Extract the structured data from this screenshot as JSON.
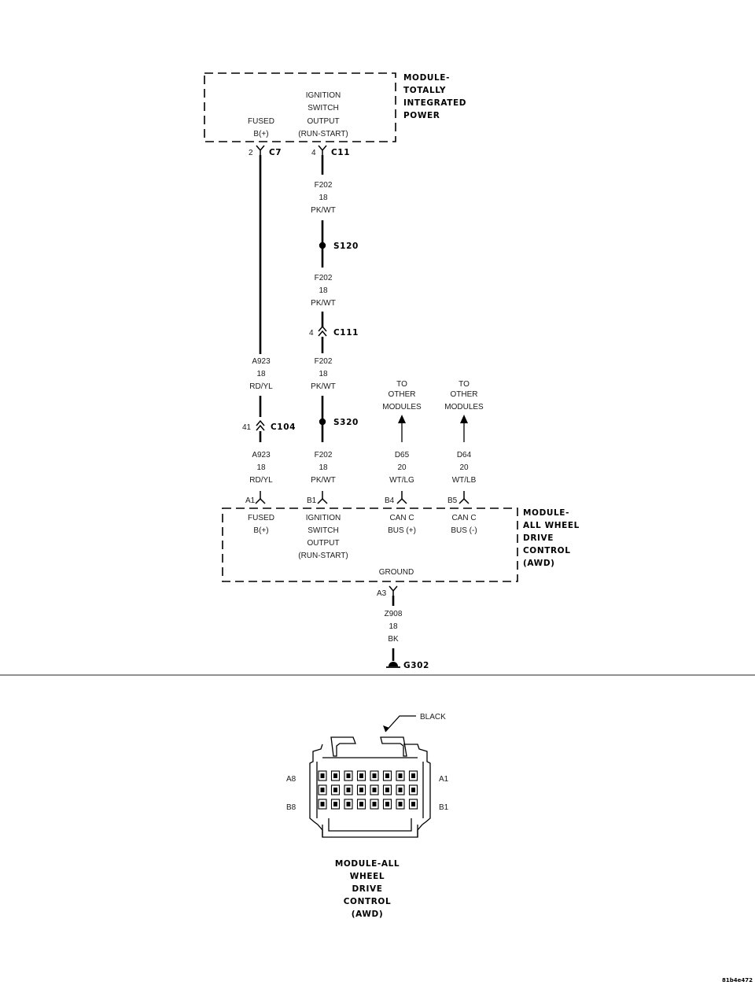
{
  "tipm": {
    "title": [
      "MODULE-",
      "TOTALLY",
      "INTEGRATED",
      "POWER"
    ],
    "fused_label": [
      "FUSED",
      "B(+)"
    ],
    "ign_label": [
      "IGNITION",
      "SWITCH",
      "OUTPUT",
      "(RUN-START)"
    ]
  },
  "connectors": {
    "c7": {
      "pin": "2",
      "name": "C7"
    },
    "c11": {
      "pin": "4",
      "name": "C11"
    },
    "c111": {
      "pin": "4",
      "name": "C111"
    },
    "c104": {
      "pin": "41",
      "name": "C104"
    }
  },
  "splices": {
    "s120": "S120",
    "s320": "S320"
  },
  "wires": {
    "f202_a": [
      "F202",
      "18",
      "PK/WT"
    ],
    "f202_b": [
      "F202",
      "18",
      "PK/WT"
    ],
    "f202_c": [
      "F202",
      "18",
      "PK/WT"
    ],
    "f202_d": [
      "F202",
      "18",
      "PK/WT"
    ],
    "a923_a": [
      "A923",
      "18",
      "RD/YL"
    ],
    "a923_b": [
      "A923",
      "18",
      "RD/YL"
    ],
    "d65": [
      "D65",
      "20",
      "WT/LG"
    ],
    "d64": [
      "D64",
      "20",
      "WT/LB"
    ],
    "z908": [
      "Z908",
      "18",
      "BK"
    ]
  },
  "to_other": {
    "left": [
      "TO",
      "OTHER",
      "MODULES"
    ],
    "right": [
      "TO",
      "OTHER",
      "MODULES"
    ]
  },
  "awd": {
    "title": [
      "MODULE-",
      "ALL WHEEL",
      "DRIVE",
      "CONTROL",
      "(AWD)"
    ],
    "pins": {
      "a1": "A1",
      "b1": "B1",
      "b4": "B4",
      "b5": "B5",
      "a3": "A3"
    },
    "fused_label": [
      "FUSED",
      "B(+)"
    ],
    "ign_label": [
      "IGNITION",
      "SWITCH",
      "OUTPUT",
      "(RUN-START)"
    ],
    "canp_label": [
      "CAN C",
      "BUS (+)"
    ],
    "canm_label": [
      "CAN C",
      "BUS (-)"
    ],
    "ground_label": "GROUND"
  },
  "ground": "G302",
  "connector_view": {
    "color_label": "BLACK",
    "left_labels": [
      "A8",
      "B8"
    ],
    "right_labels": [
      "A1",
      "B1"
    ],
    "title": [
      "MODULE-ALL",
      "WHEEL",
      "DRIVE",
      "CONTROL",
      "(AWD)"
    ]
  },
  "figure_id": "81b4e472"
}
